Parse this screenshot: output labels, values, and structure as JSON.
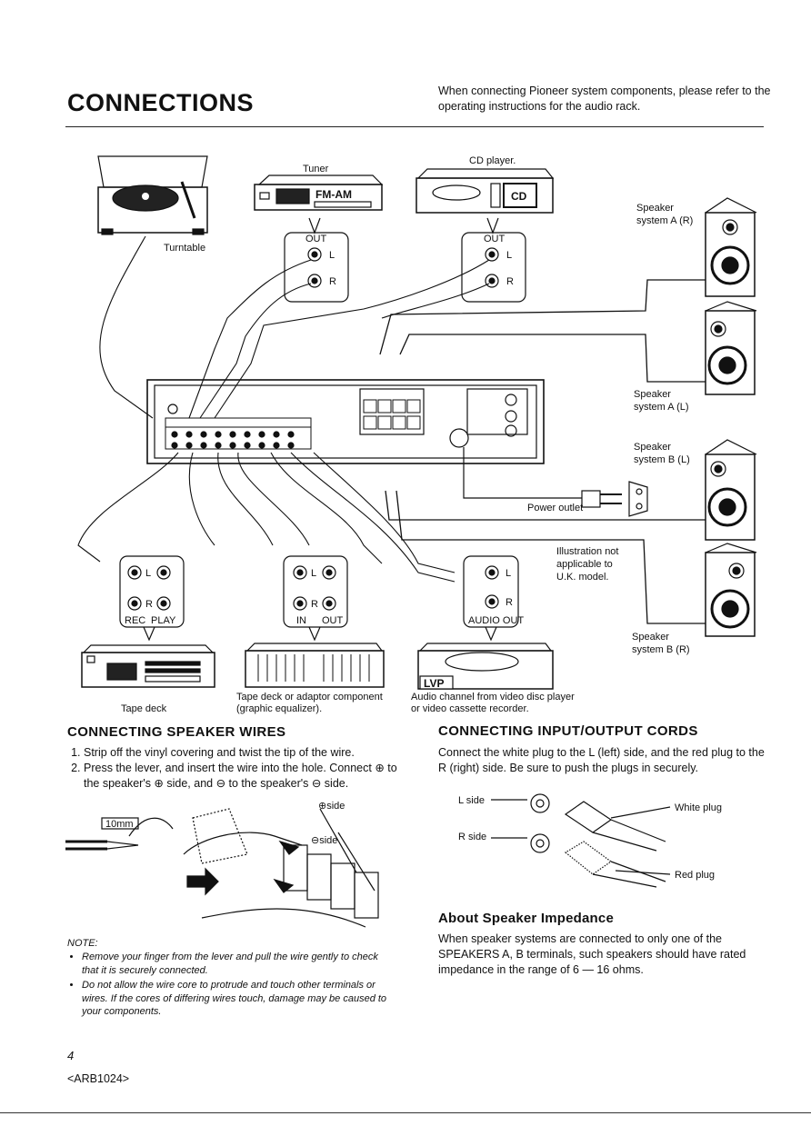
{
  "header": {
    "title": "CONNECTIONS",
    "intro": "When connecting Pioneer system components, please refer to the operating instructions for the audio rack."
  },
  "diagram": {
    "turntable": "Turntable",
    "tuner": "Tuner",
    "tuner_display": "FM-AM",
    "cd_player": "CD player.",
    "cd_badge": "CD",
    "out": "OUT",
    "l": "L",
    "r": "R",
    "speaker_a_r": [
      "Speaker",
      "system A (R)"
    ],
    "speaker_a_l": [
      "Speaker",
      "system A (L)"
    ],
    "speaker_b_l": [
      "Speaker",
      "system B (L)"
    ],
    "speaker_b_r": [
      "Speaker",
      "system B (R)"
    ],
    "power_outlet": "Power outlet",
    "illustration_note": [
      "Illustration not",
      "applicable to",
      "U.K. model."
    ],
    "rec": "REC",
    "play": "PLAY",
    "in": "IN",
    "audio_out": "AUDIO OUT",
    "lvp": "LVP"
  },
  "captions": {
    "tape_deck": "Tape deck",
    "eq": "Tape deck or adaptor component (graphic equalizer).",
    "video": "Audio channel from video disc player or video cassette recorder."
  },
  "speaker_wires": {
    "heading": "CONNECTING SPEAKER WIRES",
    "steps": [
      "Strip off the vinyl covering and twist the tip of the wire.",
      "Press the lever, and insert the wire into the hole. Connect ⊕ to the speaker's ⊕ side, and ⊖ to the speaker's ⊖ side."
    ],
    "dim": "10mm",
    "plus_side": "⊕side",
    "minus_side": "⊖side",
    "note_heading": "NOTE:",
    "notes": [
      "Remove your finger from the lever and pull the wire gently to check that it is securely connected.",
      "Do not allow the wire core to protrude and touch other terminals or wires. If the cores of differing wires touch, damage may be caused to your components."
    ]
  },
  "io_cords": {
    "heading": "CONNECTING INPUT/OUTPUT CORDS",
    "text": "Connect the white plug to the L (left) side, and the red plug to the R (right) side. Be sure to push the plugs in securely.",
    "l_side": "L side",
    "r_side": "R side",
    "white_plug": "White plug",
    "red_plug": "Red plug"
  },
  "impedance": {
    "heading": "About Speaker Impedance",
    "text": "When speaker systems are connected to only one of the SPEAKERS A, B terminals, such speakers should have rated impedance in the range of 6 — 16 ohms."
  },
  "footer": {
    "page": "4",
    "code": "<ARB1024>"
  }
}
